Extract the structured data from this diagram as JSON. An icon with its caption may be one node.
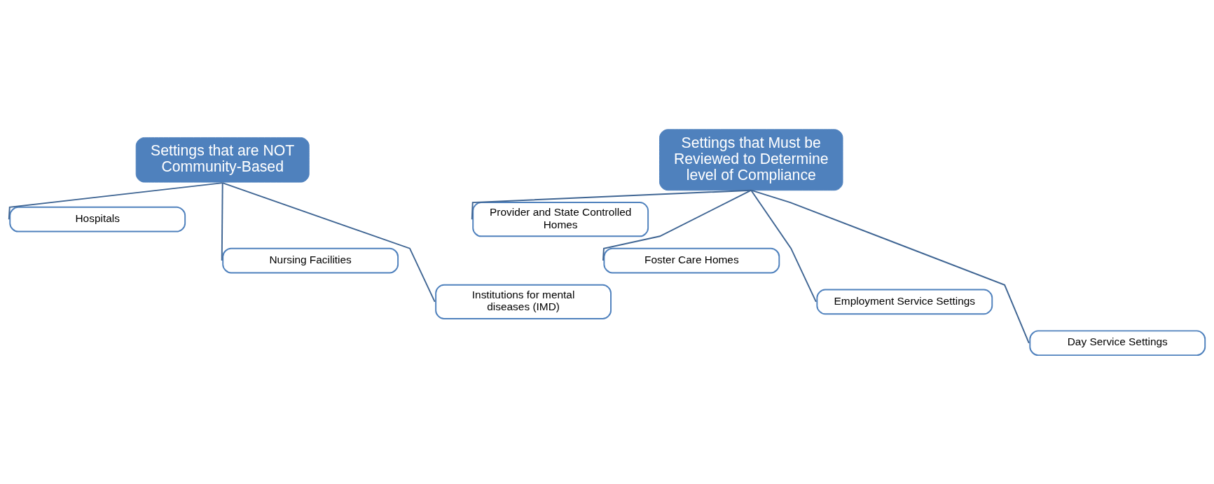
{
  "diagram": {
    "nodes": [
      {
        "text": [
          "Settings that are NOT Community-Based"
        ]
      },
      {
        "text": [
          "Hospitals"
        ]
      },
      {
        "text": [
          "Nursing Facilities"
        ]
      },
      {
        "text": [
          "Institutions for mental diseases (IMD)"
        ]
      },
      {
        "text": [
          "Settings that Must be Reviewed to Determine level of Compliance"
        ]
      },
      {
        "text": [
          "Provider and State Controlled Homes"
        ]
      },
      {
        "text": [
          "Foster Care Homes"
        ]
      },
      {
        "text": [
          "Employment Service Settings"
        ]
      },
      {
        "text": [
          "Day Service Settings"
        ]
      }
    ],
    "edges": [
      {
        "from": 0,
        "to": 1,
        "arrow": "none"
      },
      {
        "from": 0,
        "to": 2,
        "arrow": "none"
      },
      {
        "from": 0,
        "to": 3,
        "arrow": "none"
      },
      {
        "from": 4,
        "to": 5,
        "arrow": "none"
      },
      {
        "from": 4,
        "to": 6,
        "arrow": "none"
      },
      {
        "from": 4,
        "to": 7,
        "arrow": "none"
      },
      {
        "from": 4,
        "to": 8,
        "arrow": "none"
      }
    ]
  }
}
